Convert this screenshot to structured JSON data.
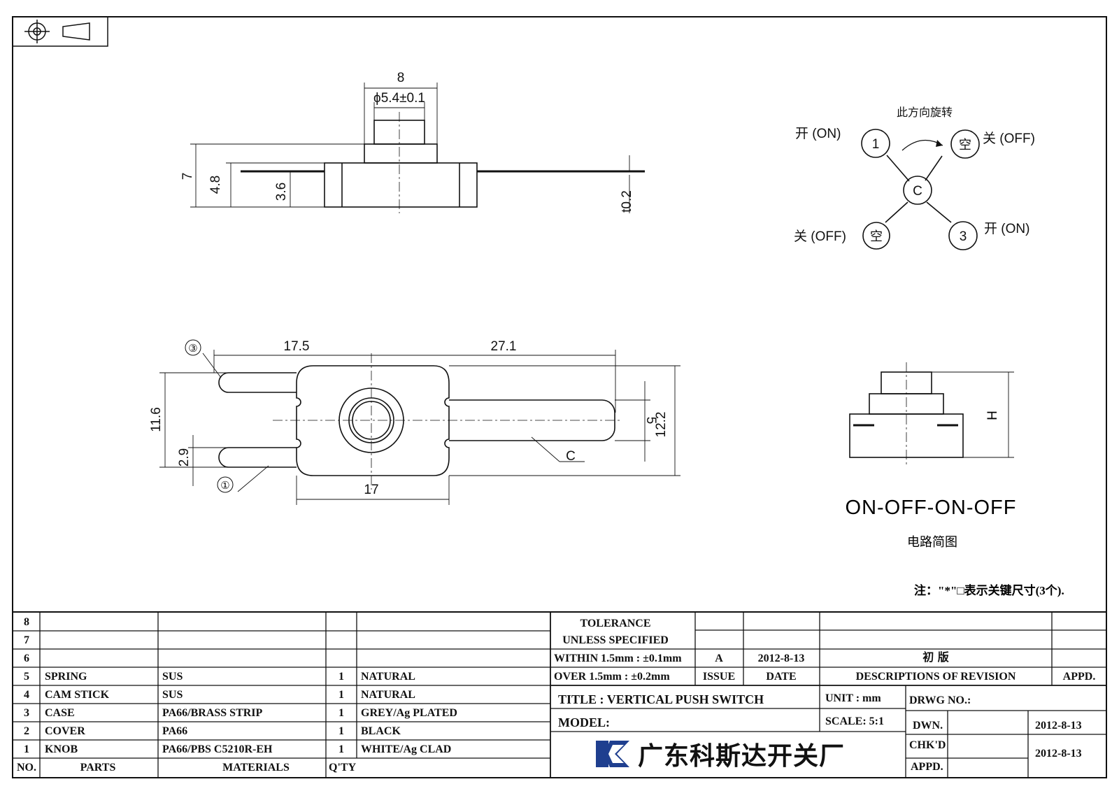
{
  "drawing": {
    "top_view": {
      "dim_width": "8",
      "dim_diameter": "ϕ5.4±0.1",
      "dim_height_total": "7",
      "dim_height_body": "4.8",
      "dim_height_base": "3.6",
      "dim_thickness": "t0.2"
    },
    "plan_view": {
      "dim_left": "17.5",
      "dim_right": "27.1",
      "dim_body": "17",
      "dim_height": "11.6",
      "dim_pitch": "2.9",
      "dim_tab": "5",
      "dim_body_height": "12.2",
      "terminal_3": "③",
      "terminal_1": "①",
      "terminal_c": "C"
    },
    "circuit": {
      "title": "此方向旋转",
      "on_1": "开 (ON)",
      "off_1": "关 (OFF)",
      "off_2": "关 (OFF)",
      "on_2": "开 (ON)",
      "node_1": "1",
      "node_empty_1": "空",
      "node_c": "C",
      "node_empty_2": "空",
      "node_3": "3"
    },
    "side_view": {
      "dim_h": "H"
    },
    "sequence": "ON-OFF-ON-OFF",
    "schematic_label": "电路简图",
    "note": "注：\"*\"□表示关键尺寸(3个)."
  },
  "parts_table": {
    "rows": [
      {
        "no": "8",
        "part": "",
        "material": "",
        "qty": "",
        "finish": ""
      },
      {
        "no": "7",
        "part": "",
        "material": "",
        "qty": "",
        "finish": ""
      },
      {
        "no": "6",
        "part": "",
        "material": "",
        "qty": "",
        "finish": ""
      },
      {
        "no": "5",
        "part": "SPRING",
        "material": "SUS",
        "qty": "1",
        "finish": "NATURAL"
      },
      {
        "no": "4",
        "part": "CAM STICK",
        "material": "SUS",
        "qty": "1",
        "finish": "NATURAL"
      },
      {
        "no": "3",
        "part": "CASE",
        "material": "PA66/BRASS STRIP",
        "qty": "1",
        "finish": "GREY/Ag PLATED"
      },
      {
        "no": "2",
        "part": "COVER",
        "material": "PA66",
        "qty": "1",
        "finish": "BLACK"
      },
      {
        "no": "1",
        "part": "KNOB",
        "material": "PA66/PBS C5210R-EH",
        "qty": "1",
        "finish": "WHITE/Ag CLAD"
      }
    ],
    "header": {
      "no": "NO.",
      "parts": "PARTS",
      "materials": "MATERIALS",
      "qty": "Q'TY"
    }
  },
  "title_block": {
    "tolerance_1": "TOLERANCE",
    "tolerance_2": "UNLESS SPECIFIED",
    "within": "WITHIN 1.5mm : ±0.1mm",
    "over": "OVER 1.5mm : ±0.2mm",
    "issue_value": "A",
    "date_value": "2012-8-13",
    "revision_value": "初 版",
    "issue_label": "ISSUE",
    "date_label": "DATE",
    "desc_label": "DESCRIPTIONS OF REVISION",
    "appd_label": "APPD.",
    "title": "TITLE :  VERTICAL PUSH SWITCH",
    "unit": "UNIT :  mm",
    "drwg_no": "DRWG NO.:",
    "model": "MODEL:",
    "scale": "SCALE:  5:1",
    "dwn": "DWN.",
    "dwn_date": "2012-8-13",
    "chkd": "CHK'D",
    "chkd_date": "2012-8-13",
    "appd": "APPD.",
    "company": "广东科斯达开关厂"
  },
  "colors": {
    "line": "#111111",
    "paper": "#ffffff",
    "logo_blue": "#1f3f8f"
  }
}
